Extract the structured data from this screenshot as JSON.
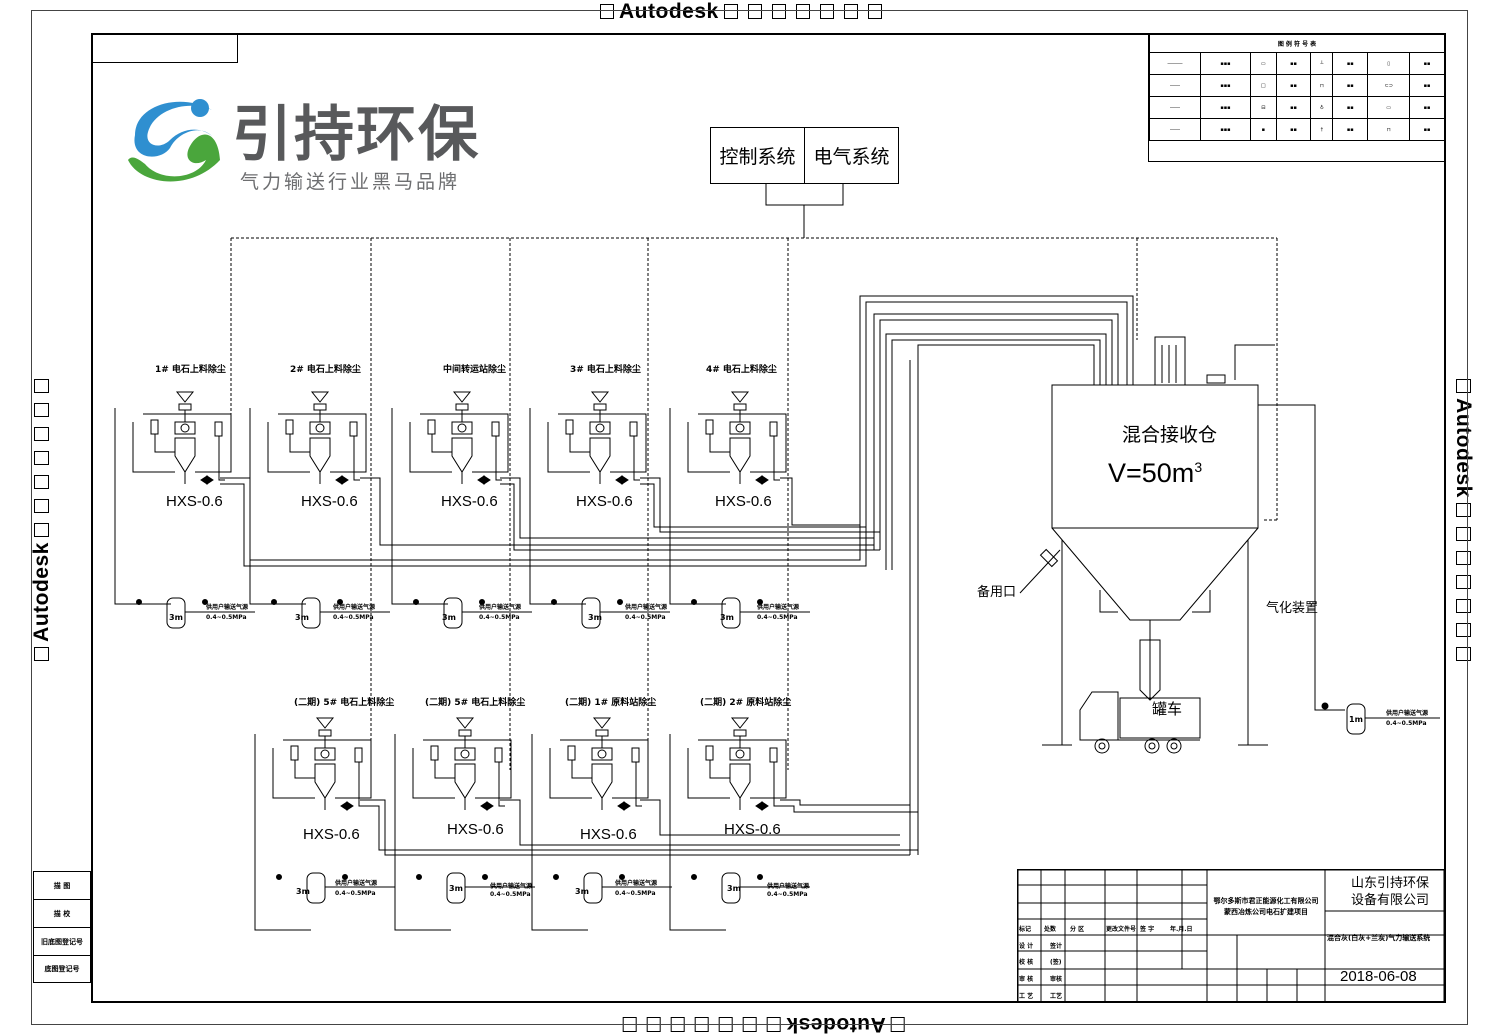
{
  "watermark": {
    "text": "Autodesk"
  },
  "logo": {
    "brand": "引持环保",
    "slogan": "气力输送行业黑马品牌",
    "colors": {
      "blue": "#2f8fd0",
      "green": "#4aa63c",
      "text": "#58595b"
    }
  },
  "control": {
    "control_system": "控制系统",
    "electrical_system": "电气系统"
  },
  "legend": {
    "title": "图 例 符 号 表"
  },
  "top_units": [
    {
      "title": "1# 电石上料除尘",
      "model": "HXS-0.6",
      "tank": "3m",
      "air_note": "供用户输送气源",
      "pressure": "0.4~0.5MPa"
    },
    {
      "title": "2# 电石上料除尘",
      "model": "HXS-0.6",
      "tank": "3m",
      "air_note": "供用户输送气源",
      "pressure": "0.4~0.5MPa"
    },
    {
      "title": "中间转运站除尘",
      "model": "HXS-0.6",
      "tank": "3m",
      "air_note": "供用户输送气源",
      "pressure": "0.4~0.5MPa"
    },
    {
      "title": "3# 电石上料除尘",
      "model": "HXS-0.6",
      "tank": "3m",
      "air_note": "供用户输送气源",
      "pressure": "0.4~0.5MPa"
    },
    {
      "title": "4# 电石上料除尘",
      "model": "HXS-0.6",
      "tank": "3m",
      "air_note": "供用户输送气源",
      "pressure": "0.4~0.5MPa"
    }
  ],
  "bottom_units": [
    {
      "title": "(二期) 5# 电石上料除尘",
      "model": "HXS-0.6",
      "tank": "3m",
      "air_note": "供用户输送气源",
      "pressure": "0.4~0.5MPa"
    },
    {
      "title": "(二期) 5# 电石上料除尘",
      "model": "HXS-0.6",
      "tank": "3m",
      "air_note": "供用户输送气源",
      "pressure": "0.4~0.5MPa"
    },
    {
      "title": "(二期) 1# 原料站除尘",
      "model": "HXS-0.6",
      "tank": "3m",
      "air_note": "供用户输送气源",
      "pressure": "0.4~0.5MPa"
    },
    {
      "title": "(二期) 2# 原料站除尘",
      "model": "HXS-0.6",
      "tank": "3m",
      "air_note": "供用户输送气源",
      "pressure": "0.4~0.5MPa"
    }
  ],
  "silo": {
    "name": "混合接收仓",
    "volume": "V=50m",
    "volume_sup": "3",
    "spare_port": "备用口",
    "gasifier": "气化装置",
    "truck": "罐车",
    "tank": "1m",
    "air_note": "供用户输送气源",
    "pressure": "0.4~0.5MPa"
  },
  "title_block": {
    "company": "山东引持环保设备有限公司",
    "project": "鄂尔多斯市君正能源化工有限公司 蒙西冶炼公司电石扩建项目",
    "drawing_title": "混合灰(白灰+兰炭)气力输送系统",
    "date": "2018-06-08",
    "col_labels": [
      "标记",
      "处数",
      "分 区",
      "更改文件号",
      "签 字",
      "年.月.日"
    ],
    "role_labels": [
      "设 计",
      "校 核",
      "审 核",
      "工 艺"
    ],
    "role_values": [
      "签计",
      "(签)",
      "审核",
      "工艺"
    ]
  },
  "left_tab": [
    "描 图",
    "描 校",
    "旧底图登记号",
    "底图登记号"
  ]
}
